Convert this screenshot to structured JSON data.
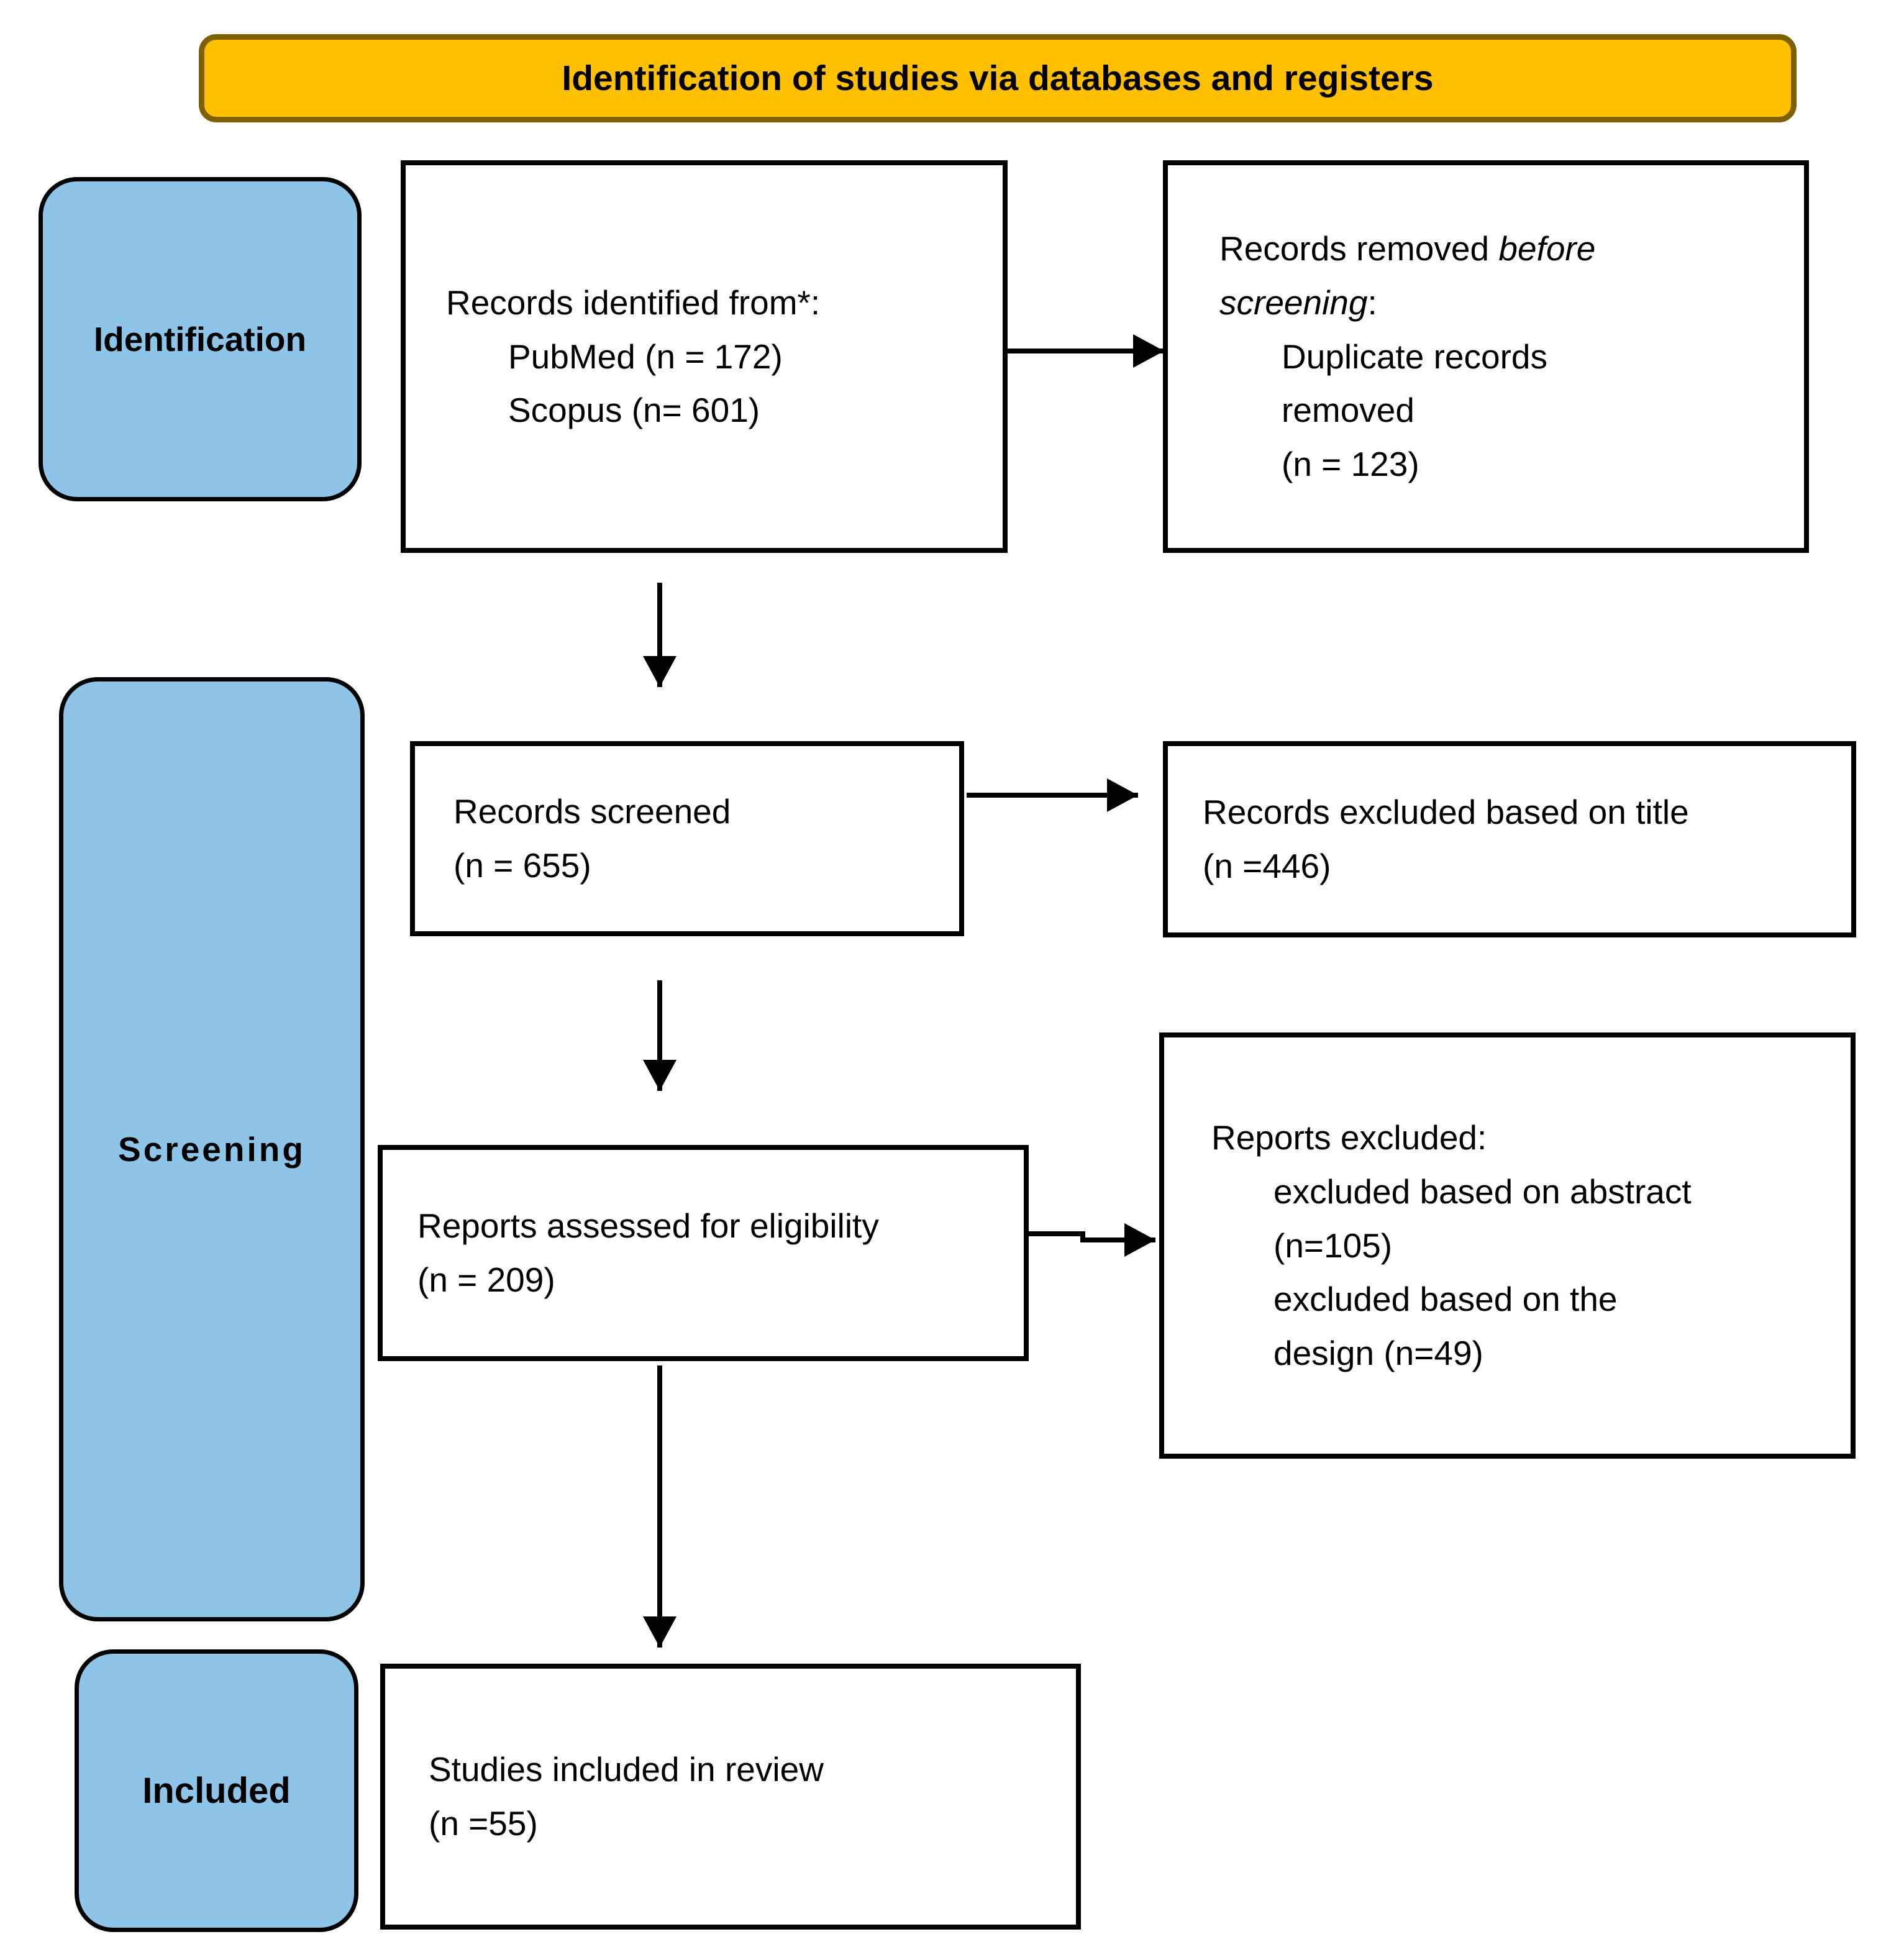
{
  "banner": {
    "title": "Identification of studies via databases and registers"
  },
  "stages": [
    {
      "label": "Identification"
    },
    {
      "label": "Screening"
    },
    {
      "label": "Included"
    }
  ],
  "boxes": {
    "records_identified": {
      "title": "Records identified from*:",
      "items": [
        "PubMed (n = 172)",
        "Scopus (n= 601)"
      ]
    },
    "records_removed": {
      "l1_normal": "Records removed ",
      "l1_italic": "before",
      "l2_italic": "screening",
      "l2_suffix": ":",
      "items": [
        "Duplicate records",
        "removed",
        "(n = 123)"
      ]
    },
    "records_screened": {
      "lines": [
        "Records screened",
        "(n = 655)"
      ]
    },
    "records_excluded_title": {
      "lines": [
        "Records excluded based on title",
        "(n =446)"
      ]
    },
    "reports_assessed": {
      "lines": [
        "Reports assessed for eligibility",
        "(n = 209)"
      ]
    },
    "reports_excluded": {
      "title": "Reports excluded:",
      "items": [
        "excluded based on abstract",
        "(n=105)",
        "excluded based on the",
        "design (n=49)"
      ]
    },
    "studies_included": {
      "lines": [
        "Studies included in review",
        "(n =55)"
      ]
    }
  },
  "colors": {
    "banner_fill": "#FFC000",
    "banner_border": "#7F6000",
    "stage_fill": "#8EC4E8",
    "stage_border": "#000000",
    "box_border": "#000000",
    "text": "#000000",
    "background": "#FFFFFF"
  }
}
